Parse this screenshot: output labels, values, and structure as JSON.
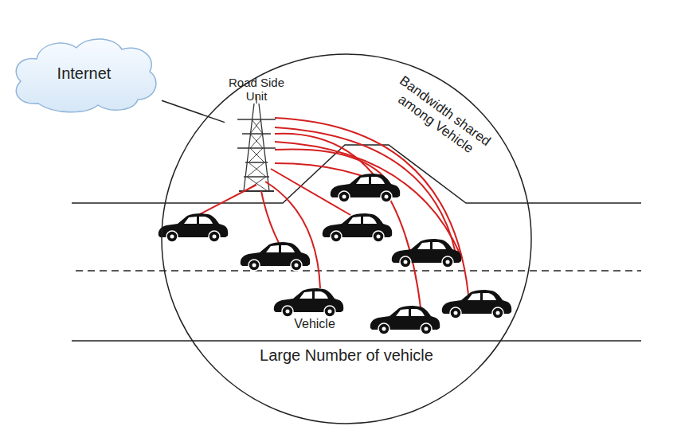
{
  "diagram": {
    "nodes": [
      {
        "text": [
          "Internet"
        ]
      },
      {
        "text": [
          "Large Number of vehicle"
        ]
      },
      {
        "text": [
          "Road Side Unit"
        ],
        "in": 1
      }
    ],
    "edges": [
      {
        "from": 0,
        "to": 2,
        "arrow": "none"
      }
    ],
    "labels": [
      "Bandwidth shared among Vehicle",
      "Vehicle"
    ]
  }
}
